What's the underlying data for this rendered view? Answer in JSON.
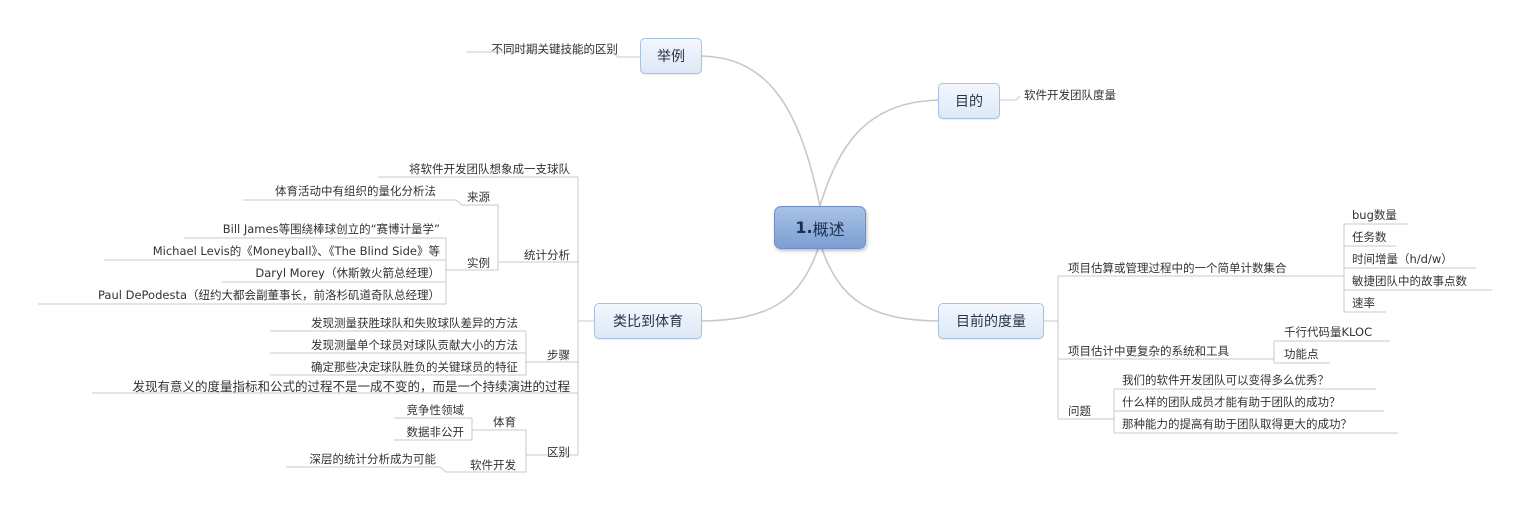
{
  "root": {
    "label": "概述",
    "number": "1."
  },
  "main": {
    "purpose": "目的",
    "example": "举例",
    "analogy": "类比到体育",
    "current": "目前的度量"
  },
  "purpose": {
    "item": "软件开发团队度量"
  },
  "example": {
    "item": "不同时期关键技能的区别"
  },
  "analogy": {
    "team": "将软件开发团队想象成一支球队",
    "stats": {
      "label": "统计分析",
      "source": {
        "label": "来源",
        "item": "体育活动中有组织的量化分析法"
      },
      "instance": {
        "label": "实例",
        "items": [
          "Bill James等围绕棒球创立的“赛博计量学”",
          "Michael Levis的《Moneyball》、《The Blind Side》等",
          "Daryl Morey（休斯敦火箭总经理）",
          "Paul DePodesta（纽约大都会副董事长，前洛杉矶道奇队总经理）"
        ]
      }
    },
    "steps": {
      "label": "步骤",
      "items": [
        "发现测量获胜球队和失败球队差异的方法",
        "发现测量单个球员对球队贡献大小的方法",
        "确定那些决定球队胜负的关键球员的特征"
      ]
    },
    "process": "发现有意义的度量指标和公式的过程不是一成不变的，而是一个持续演进的过程",
    "diff": {
      "label": "区别",
      "sports": {
        "label": "体育",
        "items": [
          "竞争性领域",
          "数据非公开"
        ]
      },
      "software": {
        "label": "软件开发",
        "items": [
          "深层的统计分析成为可能"
        ]
      }
    }
  },
  "current": {
    "counting": {
      "label": "项目估算或管理过程中的一个简单计数集合",
      "items": [
        "bug数量",
        "任务数",
        "时间增量（h/d/w）",
        "敏捷团队中的故事点数",
        "速率"
      ]
    },
    "complex": {
      "label": "项目估计中更复杂的系统和工具",
      "items": [
        "千行代码量KLOC",
        "功能点"
      ]
    },
    "questions": {
      "label": "问题",
      "items": [
        "我们的软件开发团队可以变得多么优秀？",
        "什么样的团队成员才能有助于团队的成功？",
        "那种能力的提高有助于团队取得更大的成功？"
      ]
    }
  }
}
